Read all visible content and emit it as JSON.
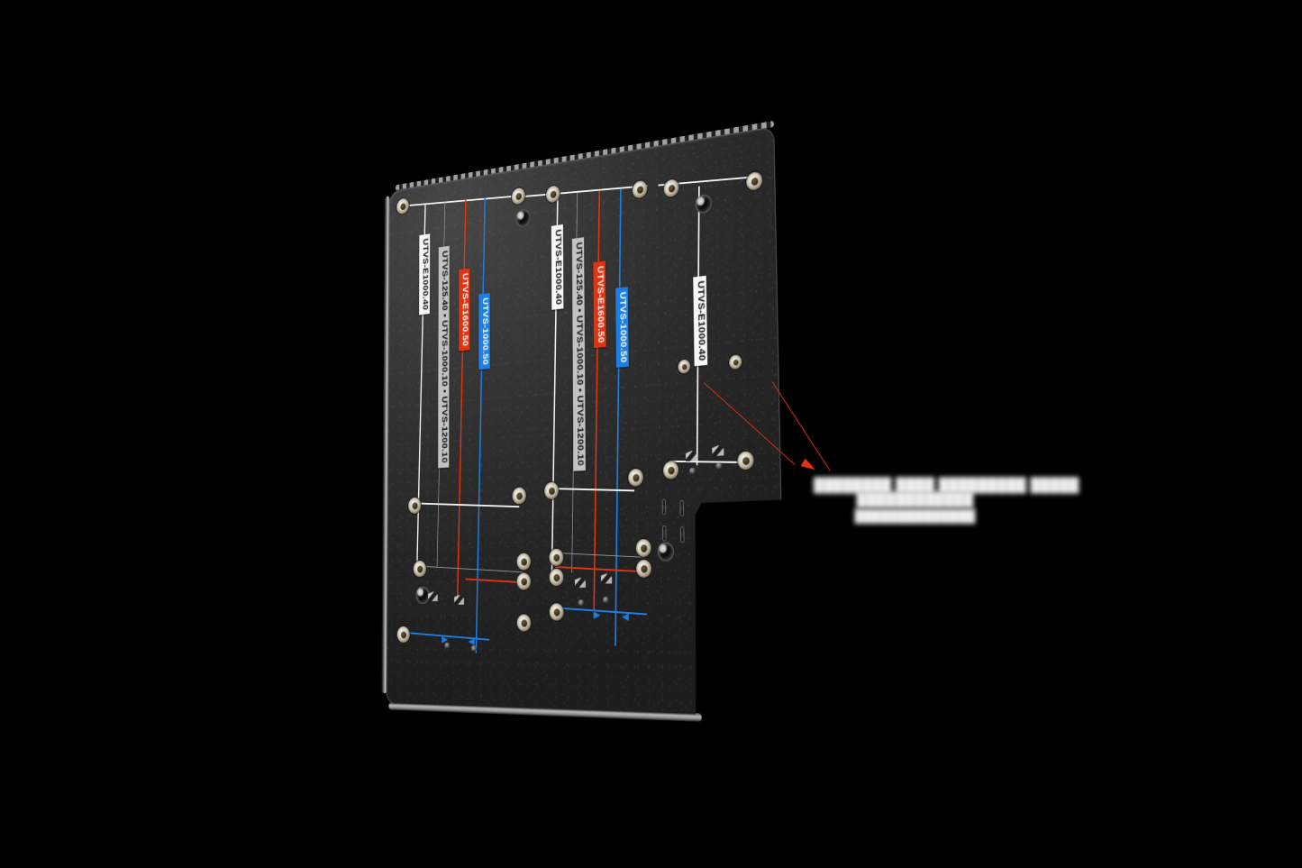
{
  "scene": {
    "title": "UTVS mounting plate annotated 3D render",
    "background_color": "#000000",
    "plate": {
      "name": "perforated mounting plate",
      "material_color": "#2f2f2f",
      "edge_highlight_color": "#d8d8d8",
      "shape": "rectangular plate with stepped notch at lower-right corner"
    }
  },
  "colors": {
    "red": "#E23311",
    "blue": "#1D7FE6",
    "grey": "#C2C2C2",
    "white": "#F7F7F7",
    "plate": "#2F2F2F",
    "brass": "#D9D2C0",
    "callout_red": "#CF2E10"
  },
  "labels": {
    "group_a": [
      {
        "id": "a1",
        "text": "UTVS-E1000.40",
        "style": "white"
      },
      {
        "id": "a2",
        "text": "UTVS-125.40 • UTVS-1000.10 • UTVS-1200.10",
        "style": "grey"
      },
      {
        "id": "a3",
        "text": "UTVS-E1600.50",
        "style": "red"
      },
      {
        "id": "a4",
        "text": "UTVS-1000.50",
        "style": "blue"
      }
    ],
    "group_b": [
      {
        "id": "b1",
        "text": "UTVS-E1000.40",
        "style": "white"
      },
      {
        "id": "b2",
        "text": "UTVS-125.40 • UTVS-1000.10 • UTVS-1200.10",
        "style": "grey"
      },
      {
        "id": "b3",
        "text": "UTVS-E1600.50",
        "style": "red"
      },
      {
        "id": "b4",
        "text": "UTVS-1000.50",
        "style": "blue"
      }
    ],
    "group_c": [
      {
        "id": "c1",
        "text": "UTVS-E1000.40",
        "style": "white"
      }
    ]
  },
  "callout": {
    "name": "right-side callout",
    "arrow_color": "#E23311",
    "leader_count": 2,
    "text_legible": false,
    "lines": [
      {
        "id": "line1",
        "text": "████████ ████ █████████ █████",
        "blurred": true
      },
      {
        "id": "line2",
        "text": "████████████",
        "blurred": true
      },
      {
        "id": "line3",
        "text": "██████████████",
        "blurred": true
      }
    ]
  },
  "hardware": {
    "grommet_label": "brass eyelet",
    "dark_hole_label": "counterbored hole",
    "slot_label": "vent slot",
    "chip_label": "surface marking"
  },
  "dimension_lines": {
    "white_label": "primary dimension rule",
    "grey_label": "secondary dimension rule",
    "red_label": "red dimension rule",
    "blue_label": "blue dimension rule"
  }
}
